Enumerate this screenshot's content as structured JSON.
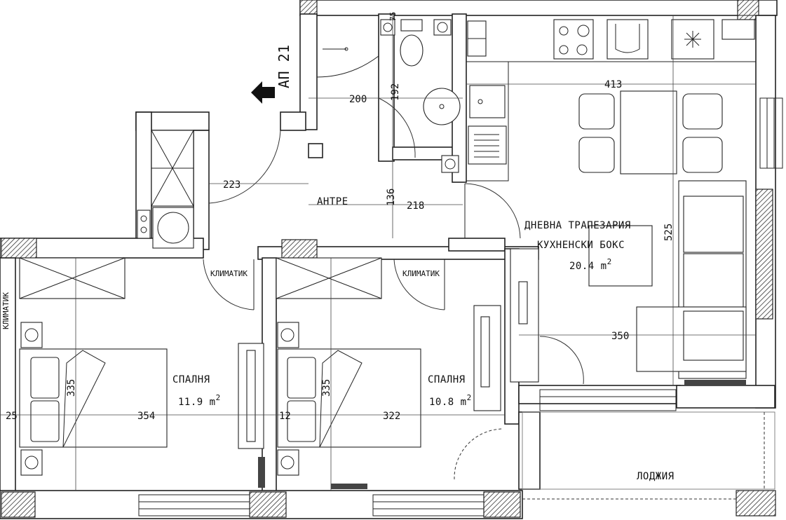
{
  "apartment": {
    "label": "АП 21"
  },
  "rooms": {
    "entry": {
      "name": "АНТРЕ"
    },
    "living": {
      "line1": "ДНЕВНА ТРАПЕЗАРИЯ",
      "line2": "КУХНЕНСКИ БОКС",
      "area": "20.4",
      "unit": "m"
    },
    "bedroom1": {
      "name": "СПАЛНЯ",
      "area": "11.9",
      "unit": "m"
    },
    "bedroom2": {
      "name": "СПАЛНЯ",
      "area": "10.8",
      "unit": "m"
    },
    "loggia": {
      "name": "ЛОДЖИЯ"
    }
  },
  "dimensions": {
    "d200": "200",
    "d192": "192",
    "d413": "413",
    "d223": "223",
    "d136": "136",
    "d218": "218",
    "d525": "525",
    "d350": "350",
    "d335a": "335",
    "d335b": "335",
    "d354": "354",
    "d322": "322",
    "d25": "25",
    "d12": "12",
    "d75": "75"
  },
  "ac_labels": {
    "ac1": "КЛИМАТИК",
    "ac2": "КЛИМАТИК",
    "ac3": "КЛИМАТИК"
  },
  "superscript": "2"
}
